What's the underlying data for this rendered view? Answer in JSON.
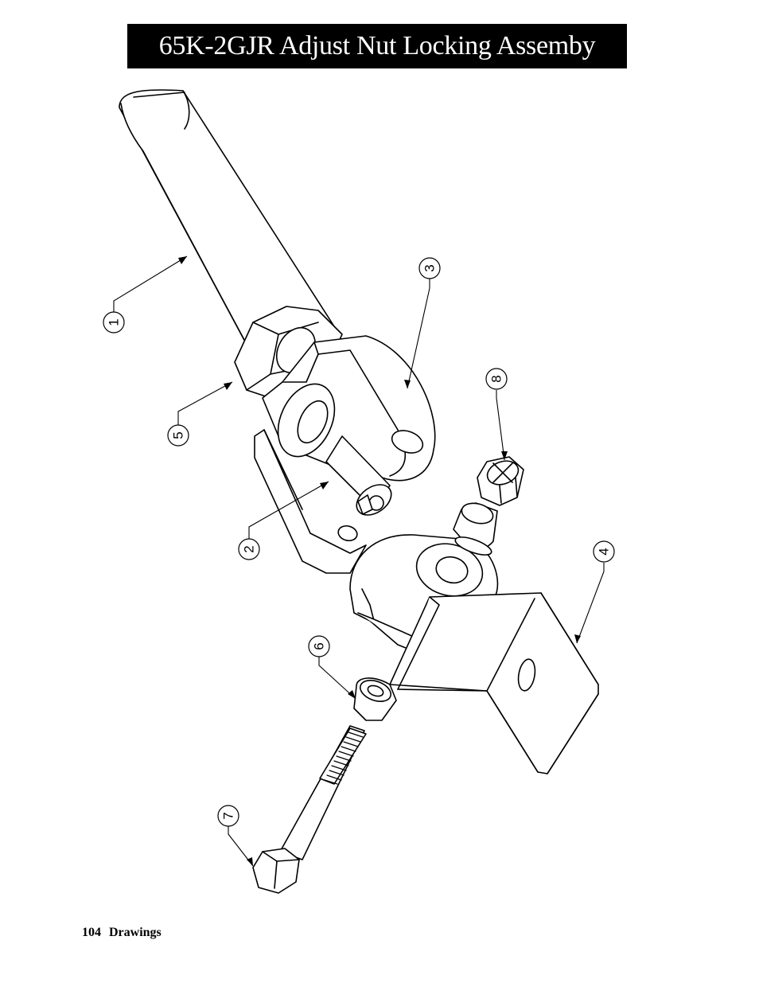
{
  "header": {
    "title": "65K-2GJR Adjust Nut Locking Assemby"
  },
  "footer": {
    "page_number": "104",
    "section": "Drawings"
  },
  "callouts": [
    "1",
    "2",
    "3",
    "4",
    "5",
    "6",
    "7",
    "8"
  ],
  "colors": {
    "title_background": "#000000",
    "title_text": "#ffffff",
    "line_art": "#000000"
  }
}
